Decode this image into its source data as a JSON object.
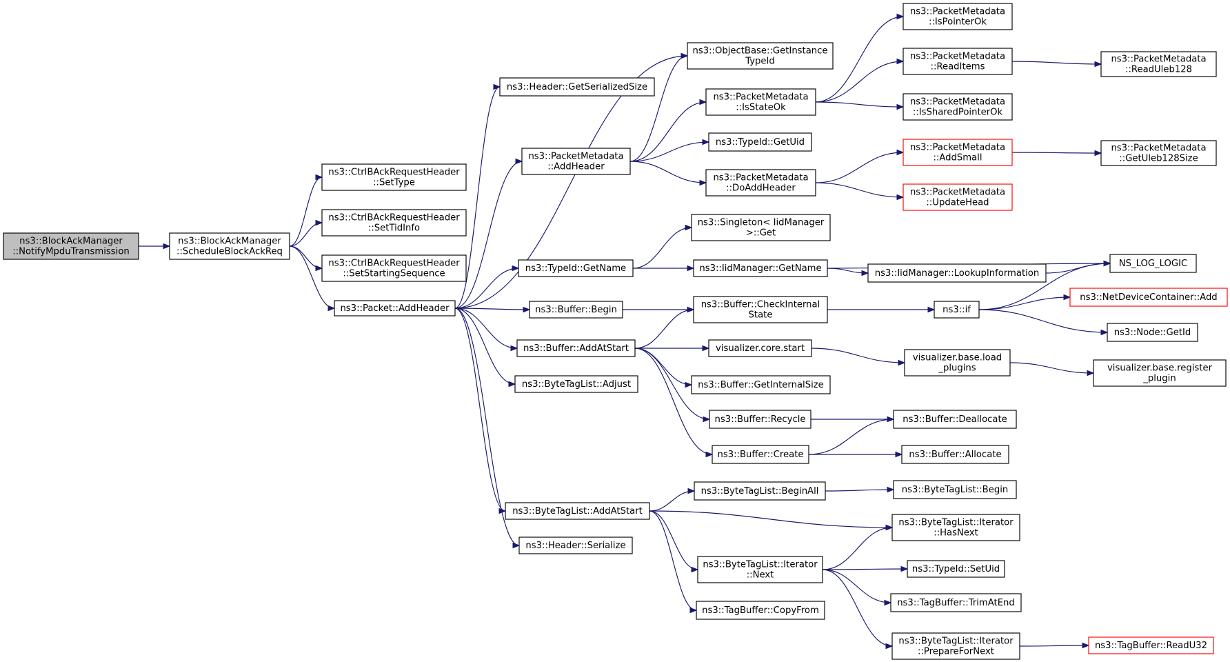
{
  "graph": {
    "nodes": [
      {
        "id": "root",
        "lines": [
          "ns3::BlockAckManager",
          "::NotifyMpduTransmission"
        ],
        "root": true
      },
      {
        "id": "sched",
        "lines": [
          "ns3::BlockAckManager",
          "::ScheduleBlockAckReq"
        ]
      },
      {
        "id": "settype",
        "lines": [
          "ns3::CtrlBAckRequestHeader",
          "::SetType"
        ]
      },
      {
        "id": "settid",
        "lines": [
          "ns3::CtrlBAckRequestHeader",
          "::SetTidInfo"
        ]
      },
      {
        "id": "setseq",
        "lines": [
          "ns3::CtrlBAckRequestHeader",
          "::SetStartingSequence"
        ]
      },
      {
        "id": "pktaddh",
        "lines": [
          "ns3::Packet::AddHeader"
        ]
      },
      {
        "id": "hgetsz",
        "lines": [
          "ns3::Header::GetSerializedSize"
        ]
      },
      {
        "id": "objbase",
        "lines": [
          "ns3::ObjectBase::GetInstance",
          "TypeId"
        ]
      },
      {
        "id": "pmaddh",
        "lines": [
          "ns3::PacketMetadata",
          "::AddHeader"
        ]
      },
      {
        "id": "tidgn",
        "lines": [
          "ns3::TypeId::GetName"
        ]
      },
      {
        "id": "bufbegin",
        "lines": [
          "ns3::Buffer::Begin"
        ]
      },
      {
        "id": "bufaddst",
        "lines": [
          "ns3::Buffer::AddAtStart"
        ]
      },
      {
        "id": "btladj",
        "lines": [
          "ns3::ByteTagList::Adjust"
        ]
      },
      {
        "id": "btladdst",
        "lines": [
          "ns3::ByteTagList::AddAtStart"
        ]
      },
      {
        "id": "hser",
        "lines": [
          "ns3::Header::Serialize"
        ]
      },
      {
        "id": "pmstate",
        "lines": [
          "ns3::PacketMetadata",
          "::IsStateOk"
        ]
      },
      {
        "id": "tiduid",
        "lines": [
          "ns3::TypeId::GetUid"
        ]
      },
      {
        "id": "pmdoadd",
        "lines": [
          "ns3::PacketMetadata",
          "::DoAddHeader"
        ]
      },
      {
        "id": "singget",
        "lines": [
          "ns3::Singleton< IidManager",
          ">::Get"
        ]
      },
      {
        "id": "iidgn",
        "lines": [
          "ns3::IidManager::GetName"
        ]
      },
      {
        "id": "bufchk",
        "lines": [
          "ns3::Buffer::CheckInternal",
          "State"
        ]
      },
      {
        "id": "vizstart",
        "lines": [
          "visualizer.core.start"
        ]
      },
      {
        "id": "bufgetis",
        "lines": [
          "ns3::Buffer::GetInternalSize"
        ]
      },
      {
        "id": "bufrec",
        "lines": [
          "ns3::Buffer::Recycle"
        ]
      },
      {
        "id": "bufcreate",
        "lines": [
          "ns3::Buffer::Create"
        ]
      },
      {
        "id": "btlbegall",
        "lines": [
          "ns3::ByteTagList::BeginAll"
        ]
      },
      {
        "id": "btlitnext",
        "lines": [
          "ns3::ByteTagList::Iterator",
          "::Next"
        ]
      },
      {
        "id": "tbcopy",
        "lines": [
          "ns3::TagBuffer::CopyFrom"
        ]
      },
      {
        "id": "pmptr",
        "lines": [
          "ns3::PacketMetadata",
          "::IsPointerOk"
        ]
      },
      {
        "id": "pmread",
        "lines": [
          "ns3::PacketMetadata",
          "::ReadItems"
        ]
      },
      {
        "id": "pmshared",
        "lines": [
          "ns3::PacketMetadata",
          "::IsSharedPointerOk"
        ]
      },
      {
        "id": "pmaddsm",
        "lines": [
          "ns3::PacketMetadata",
          "::AddSmall"
        ],
        "red": true
      },
      {
        "id": "pmupd",
        "lines": [
          "ns3::PacketMetadata",
          "::UpdateHead"
        ],
        "red": true
      },
      {
        "id": "iidlook",
        "lines": [
          "ns3::IidManager::LookupInformation"
        ]
      },
      {
        "id": "nsif",
        "lines": [
          "ns3::if"
        ]
      },
      {
        "id": "vizload",
        "lines": [
          "visualizer.base.load",
          "_plugins"
        ]
      },
      {
        "id": "bufdealloc",
        "lines": [
          "ns3::Buffer::Deallocate"
        ]
      },
      {
        "id": "bufalloc",
        "lines": [
          "ns3::Buffer::Allocate"
        ]
      },
      {
        "id": "btlbegin",
        "lines": [
          "ns3::ByteTagList::Begin"
        ]
      },
      {
        "id": "btlithas",
        "lines": [
          "ns3::ByteTagList::Iterator",
          "::HasNext"
        ]
      },
      {
        "id": "tidsetuid",
        "lines": [
          "ns3::TypeId::SetUid"
        ]
      },
      {
        "id": "tbtrim",
        "lines": [
          "ns3::TagBuffer::TrimAtEnd"
        ]
      },
      {
        "id": "btlitprep",
        "lines": [
          "ns3::ByteTagList::Iterator",
          "::PrepareForNext"
        ]
      },
      {
        "id": "pmreaduleb",
        "lines": [
          "ns3::PacketMetadata",
          "::ReadUleb128"
        ]
      },
      {
        "id": "pmgetuleb",
        "lines": [
          "ns3::PacketMetadata",
          "::GetUleb128Size"
        ]
      },
      {
        "id": "nslog",
        "lines": [
          "NS_LOG_LOGIC"
        ]
      },
      {
        "id": "ndcadd",
        "lines": [
          "ns3::NetDeviceContainer::Add"
        ],
        "red": true
      },
      {
        "id": "nodegetid",
        "lines": [
          "ns3::Node::GetId"
        ]
      },
      {
        "id": "vizreg",
        "lines": [
          "visualizer.base.register",
          "_plugin"
        ]
      },
      {
        "id": "tbread",
        "lines": [
          "ns3::TagBuffer::ReadU32"
        ],
        "red": true
      }
    ],
    "edges": [
      [
        "root",
        "sched"
      ],
      [
        "sched",
        "settype"
      ],
      [
        "sched",
        "settid"
      ],
      [
        "sched",
        "setseq"
      ],
      [
        "sched",
        "pktaddh"
      ],
      [
        "pktaddh",
        "hgetsz"
      ],
      [
        "pktaddh",
        "objbase"
      ],
      [
        "pktaddh",
        "pmaddh"
      ],
      [
        "pktaddh",
        "tidgn"
      ],
      [
        "pktaddh",
        "bufbegin"
      ],
      [
        "pktaddh",
        "bufaddst"
      ],
      [
        "pktaddh",
        "btladj"
      ],
      [
        "pktaddh",
        "btladdst"
      ],
      [
        "pktaddh",
        "hser"
      ],
      [
        "pmaddh",
        "objbase"
      ],
      [
        "pmaddh",
        "pmstate"
      ],
      [
        "pmaddh",
        "tiduid"
      ],
      [
        "pmaddh",
        "pmdoadd"
      ],
      [
        "pmstate",
        "pmptr"
      ],
      [
        "pmstate",
        "pmread"
      ],
      [
        "pmstate",
        "pmshared"
      ],
      [
        "pmread",
        "pmreaduleb"
      ],
      [
        "pmdoadd",
        "pmaddsm"
      ],
      [
        "pmdoadd",
        "pmupd"
      ],
      [
        "pmaddsm",
        "pmgetuleb"
      ],
      [
        "tidgn",
        "singget"
      ],
      [
        "tidgn",
        "iidgn"
      ],
      [
        "iidgn",
        "nslog"
      ],
      [
        "iidgn",
        "iidlook"
      ],
      [
        "iidlook",
        "nslog"
      ],
      [
        "bufbegin",
        "bufchk"
      ],
      [
        "bufaddst",
        "bufchk"
      ],
      [
        "bufchk",
        "nsif"
      ],
      [
        "nsif",
        "nslog"
      ],
      [
        "nsif",
        "ndcadd"
      ],
      [
        "nsif",
        "nodegetid"
      ],
      [
        "bufaddst",
        "vizstart"
      ],
      [
        "bufaddst",
        "bufgetis"
      ],
      [
        "bufaddst",
        "bufrec"
      ],
      [
        "bufaddst",
        "bufcreate"
      ],
      [
        "vizstart",
        "vizload"
      ],
      [
        "vizload",
        "vizreg"
      ],
      [
        "bufrec",
        "bufdealloc"
      ],
      [
        "bufcreate",
        "bufdealloc"
      ],
      [
        "bufcreate",
        "bufalloc"
      ],
      [
        "btladdst",
        "btlbegall"
      ],
      [
        "btladdst",
        "btlithas"
      ],
      [
        "btladdst",
        "btlitnext"
      ],
      [
        "btladdst",
        "tbcopy"
      ],
      [
        "btlbegall",
        "btlbegin"
      ],
      [
        "btlitnext",
        "btlithas"
      ],
      [
        "btlitnext",
        "tidsetuid"
      ],
      [
        "btlitnext",
        "tbtrim"
      ],
      [
        "btlitnext",
        "btlitprep"
      ],
      [
        "btlitprep",
        "tbread"
      ]
    ]
  }
}
